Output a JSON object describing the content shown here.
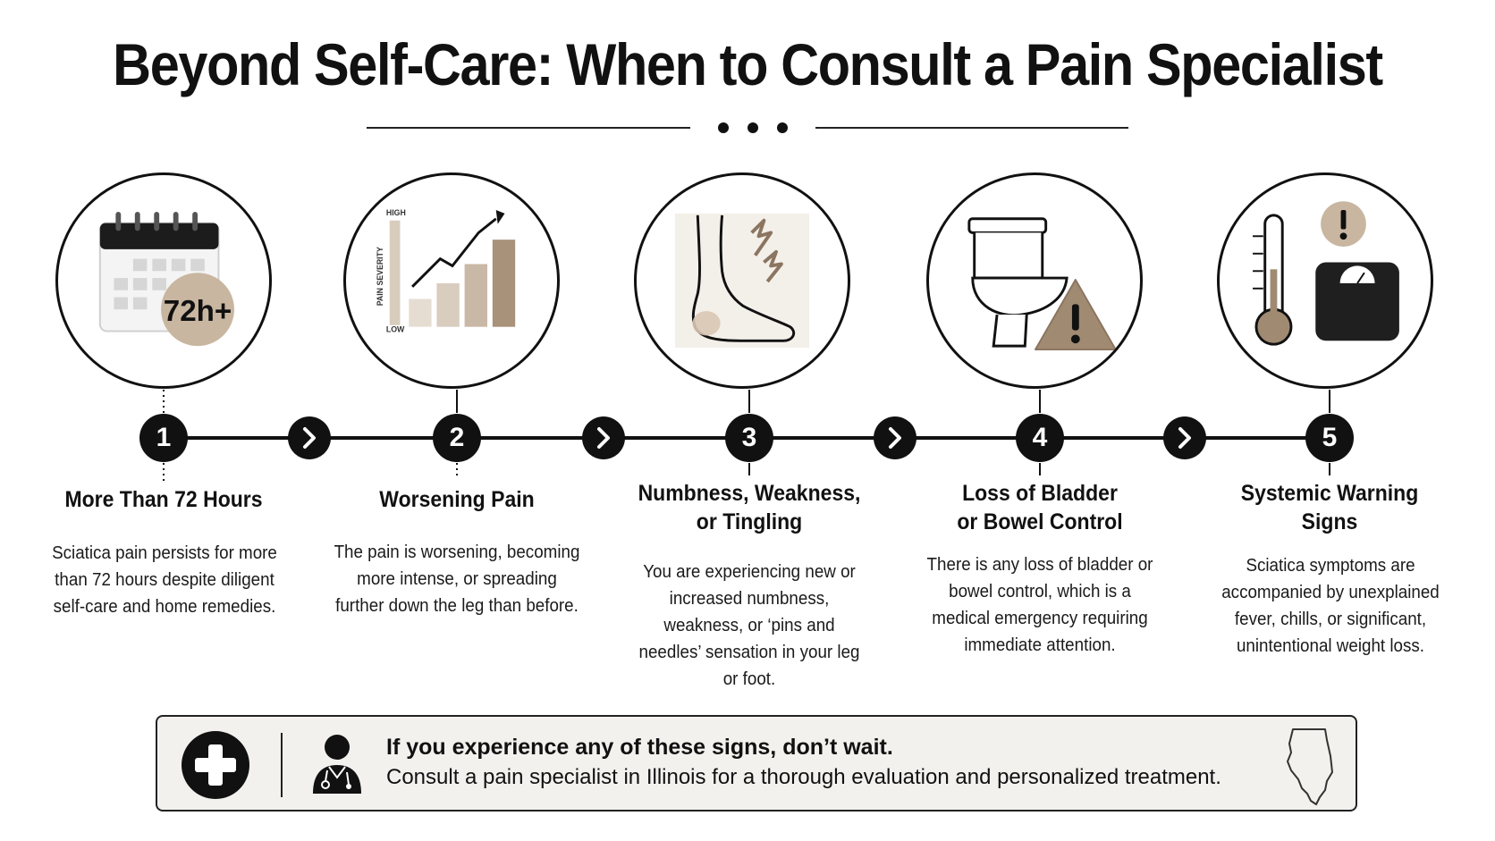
{
  "header": {
    "title": "Beyond Self-Care: When to Consult a Pain Specialist"
  },
  "steps": [
    {
      "number": "1",
      "title": "More Than 72 Hours",
      "description": "Sciatica pain persists for more than 72 hours despite diligent self-care and home remedies.",
      "icon": "calendar-icon",
      "icon_label": "72h+"
    },
    {
      "number": "2",
      "title": "Worsening Pain",
      "description": "The pain is worsening, becoming more intense, or spreading further down the leg than before.",
      "icon": "rising-bar-chart-icon",
      "icon_axis_label": "PAIN SEVERITY",
      "icon_high_label": "HIGH",
      "icon_low_label": "LOW"
    },
    {
      "number": "3",
      "title": "Numbness, Weakness,\nor Tingling",
      "description": "You are experiencing new or increased numbness, weakness, or ‘pins and needles’ sensation in your leg or foot.",
      "icon": "foot-lightning-icon"
    },
    {
      "number": "4",
      "title": "Loss of Bladder\nor Bowel Control",
      "description": "There is any loss of bladder or bowel control, which is a medical emergency requiring immediate attention.",
      "icon": "toilet-warning-icon"
    },
    {
      "number": "5",
      "title": "Systemic Warning\nSigns",
      "description": "Sciatica symptoms are accompanied by unexplained fever, chills, or significant, unintentional weight loss.",
      "icon": "thermometer-scale-icon"
    }
  ],
  "banner": {
    "headline": "If you experience any of these signs, don’t wait.",
    "body": "Consult a pain specialist in Illinois for a thorough evaluation and personalized treatment.",
    "icons": [
      "medical-cross-icon",
      "doctor-icon",
      "illinois-map-icon"
    ]
  },
  "colors": {
    "ink": "#111111",
    "accent_tan": "#b8a28a",
    "accent_brown": "#8b7560",
    "light_tan": "#ddd3c7",
    "banner_bg": "#f3f1ee"
  }
}
